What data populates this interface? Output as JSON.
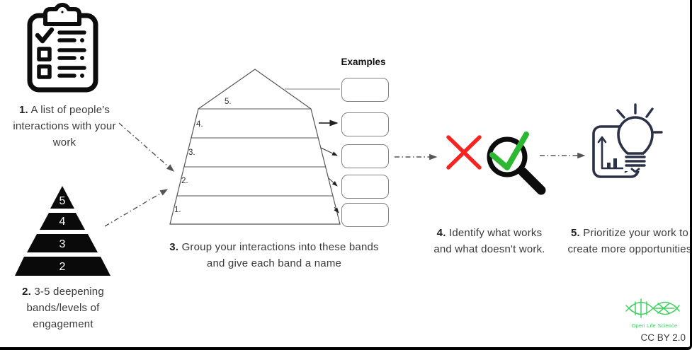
{
  "steps": [
    {
      "number": "1.",
      "caption": "A list of people's interactions with your work"
    },
    {
      "number": "2.",
      "caption": "3-5 deepening bands/levels of engagement"
    },
    {
      "number": "3.",
      "caption": "Group your interactions into these bands and give each band a name"
    },
    {
      "number": "4.",
      "caption": "Identify what works and what doesn't work."
    },
    {
      "number": "5.",
      "caption": "Prioritize your work to create more opportunities"
    }
  ],
  "pyramid": {
    "band_labels": [
      "5.",
      "4.",
      "3.",
      "2.",
      "1."
    ]
  },
  "mini_pyramid": {
    "levels": [
      "5",
      "4",
      "3",
      "2"
    ]
  },
  "examples": {
    "heading": "Examples",
    "box_count": 5
  },
  "icons": {
    "clipboard": "clipboard-checklist-icon",
    "red_x": "red-x-icon",
    "magnifier_check": "magnifier-with-checkmark-icon",
    "lightbulb": "lightbulb-chart-icon",
    "logo": "open-life-science-logo"
  },
  "footer": {
    "logo_caption": "Open Life Science",
    "license": "CC BY 2.0"
  },
  "colors": {
    "red": "#f52421",
    "green": "#2cb830",
    "navy": "#2b3147",
    "logo_green": "#3fd160",
    "text": "#3a3a3a"
  }
}
